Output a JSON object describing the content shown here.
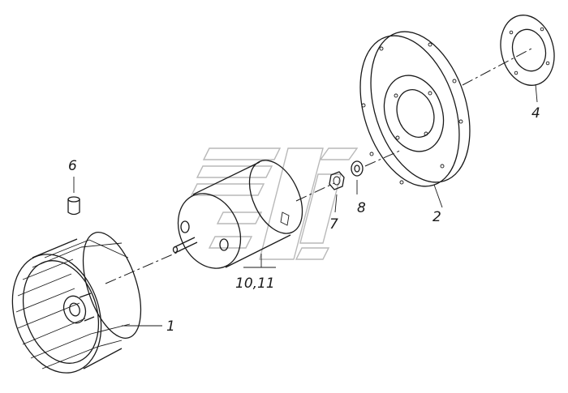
{
  "labels": {
    "impeller": "1",
    "flange_plate": "2",
    "gasket": "4",
    "cap": "6",
    "nut": "7",
    "washer": "8",
    "motor": "10,11"
  }
}
